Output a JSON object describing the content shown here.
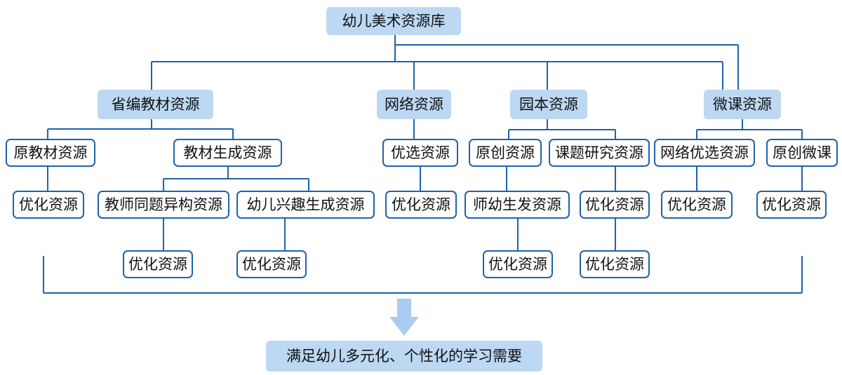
{
  "colors": {
    "line": "#1f62ad",
    "filled_node": "#bcd8f2",
    "arrow": "#a9cdf0",
    "text": "#111111"
  },
  "diagram": {
    "root": "幼儿美术资源库",
    "level1": {
      "provincial": "省编教材资源",
      "network": "网络资源",
      "school": "园本资源",
      "micro": "微课资源"
    },
    "provincial_children": {
      "original": "原教材资源",
      "generated": "教材生成资源",
      "optimized": "优化资源",
      "teacher_variant": "教师同题异构资源",
      "child_interest": "幼儿兴趣生成资源",
      "teacher_variant_optimized": "优化资源",
      "child_interest_optimized": "优化资源"
    },
    "network_children": {
      "selected": "优选资源",
      "optimized": "优化资源"
    },
    "school_children": {
      "original": "原创资源",
      "research": "课题研究资源",
      "teacher_child": "师幼生发资源",
      "research_optimized": "优化资源",
      "teacher_child_optimized": "优化资源",
      "research_optimized_2": "优化资源"
    },
    "micro_children": {
      "net_selected": "网络优选资源",
      "original_micro": "原创微课",
      "net_selected_optimized": "优化资源",
      "original_micro_optimized": "优化资源"
    },
    "result": "满足幼儿多元化、个性化的学习需要"
  }
}
